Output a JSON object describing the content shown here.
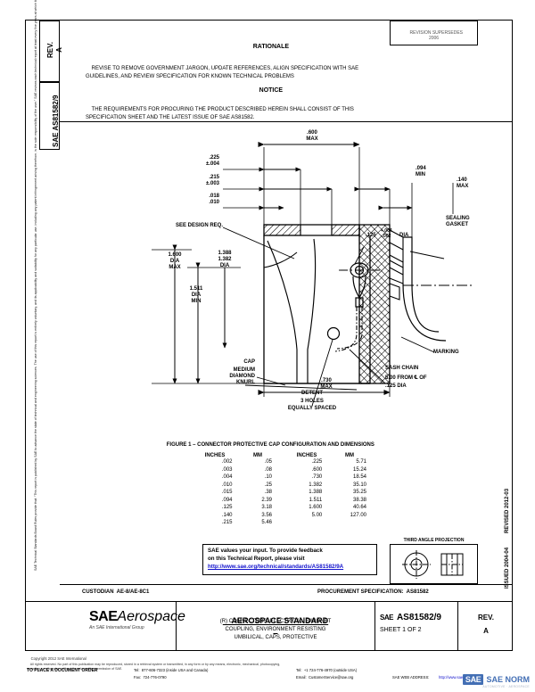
{
  "document": {
    "rev_label": "REV.",
    "rev_value": "A",
    "doc_number_side": "SAE AS81582/9",
    "stamp": "REVISION SUPERSEDES\n2006"
  },
  "rationale": {
    "heading": "RATIONALE",
    "body": "REVISE TO REMOVE GOVERNMENT JARGON, UPDATE REFERENCES, ALIGN SPECIFICATION WITH SAE\nGUIDELINES, AND REVIEW SPECIFICATION FOR KNOWN TECHNICAL PROBLEMS"
  },
  "notice": {
    "heading": "NOTICE",
    "body": "THE REQUIREMENTS FOR PROCURING THE PRODUCT DESCRIBED HEREIN SHALL CONSIST OF THIS\nSPECIFICATION SHEET AND THE LATEST ISSUE OF SAE AS81582."
  },
  "figure": {
    "caption": "FIGURE 1 – CONNECTOR PROTECTIVE CAP CONFIGURATION AND DIMENSIONS",
    "callouts": {
      "dim_600_max": ".600\nMAX",
      "dim_225": ".225\n±.004",
      "dim_215": ".215\n±.003",
      "dim_018_010": ".018\n.010",
      "dim_094_min": ".094\nMIN",
      "dim_140_max": ".140\nMAX",
      "see_design_req": "SEE DESIGN REQ.",
      "sealing_gasket": "SEALING\nGASKET",
      "dia_125": ".125",
      "dia_125_tol_up": "+.004",
      "dia_125_tol_dn": "-.002",
      "dia_125_suffix": "DIA",
      "dim_1600": "1.600\nDIA\nMAX",
      "dim_1388_1382": "1.388\n1.382\nDIA",
      "dim_1511": "1.511\nDIA\nMIN",
      "cap": "CAP",
      "knurl": "MEDIUM\nDIAMOND\nKNURL",
      "dim_730_max": ".730\nMAX",
      "detent": "DETENT\n3 HOLES\nEQUALLY SPACED",
      "marking": "MARKING",
      "sash_chain": "SASH CHAIN",
      "sash_note": "5.00 FROM ℄ OF\n.125 DIA"
    }
  },
  "conversion_table": {
    "headers": [
      "INCHES",
      "MM",
      "INCHES",
      "MM"
    ],
    "left_rows": [
      [
        ".002",
        ".05"
      ],
      [
        ".003",
        ".08"
      ],
      [
        ".004",
        ".10"
      ],
      [
        ".010",
        ".25"
      ],
      [
        ".015",
        ".38"
      ],
      [
        ".094",
        "2.39"
      ],
      [
        ".125",
        "3.18"
      ],
      [
        ".140",
        "3.56"
      ],
      [
        ".215",
        "5.46"
      ]
    ],
    "right_rows": [
      [
        ".225",
        "5.71"
      ],
      [
        ".600",
        "15.24"
      ],
      [
        ".730",
        "18.54"
      ],
      [
        "1.382",
        "35.10"
      ],
      [
        "1.388",
        "35.25"
      ],
      [
        "1.511",
        "38.38"
      ],
      [
        "1.600",
        "40.64"
      ],
      [
        "5.00",
        "127.00"
      ]
    ]
  },
  "feedback": {
    "line1": "SAE values your input. To provide feedback",
    "line2": "on this Technical Report, please visit",
    "url": "http://www.sae.org/technical/standards/AS81582/9A"
  },
  "projection": {
    "label": "THIRD ANGLE PROJECTION"
  },
  "titleblock": {
    "custodian": "CUSTODIAN  AE-8/AE-8C1",
    "procurement": "PROCUREMENT SPECIFICATION:  AS81582",
    "logo_sae": "SAE",
    "logo_aerospace": "Aerospace",
    "logo_sub": "An SAE International Group",
    "standard_title": "AEROSPACE STANDARD",
    "desc_line1": "(R) CONNECTORS, ELECTRICAL, BAYONET",
    "desc_line2": "COUPLING, ENVIRONMENT RESISTING",
    "desc_line3": "UMBILICAL, CAPS, PROTECTIVE",
    "doc_sae_mark": "SAE",
    "doc_number": "AS81582/9",
    "sheet": "SHEET 1 OF 2",
    "rev_label": "REV.",
    "rev_value": "A"
  },
  "margins": {
    "left_disclaimer": "SAE Technical Standards Board Rules provide that: “This report is published by SAE to advance the state of technical and engineering sciences. The use of this report is entirely voluntary, and its applicability and suitability for any particular use, including any patent infringement arising therefrom, is the sole responsibility of the user.”\n\nSAE reviews each technical report at least every five years at which time it may be reaffirmed, revised, or cancelled. SAE invites your written comments and suggestions.",
    "right_revised": "REVISED 2012-03",
    "right_issued": "ISSUED 2004-04"
  },
  "footer": {
    "copyright": "Copyright 2012 SAE International",
    "rights": "All rights reserved. No part of this publication may be reproduced, stored in a retrieval system or transmitted, in any form or by any means, electronic, mechanical, photocopying,\nrecording, or otherwise, without the prior written permission of SAE.",
    "order_label": "TO PLACE A DOCUMENT ORDER",
    "tel_us": "Tel:  877-606-7323 (inside USA and Canada)",
    "tel_out": "Tel:  +1 724-776-4970 (outside USA)",
    "fax": "Fax:  724-776-0790",
    "email": "Email:  CustomerService@sae.org",
    "web_label": "SAE WEB ADDRESS:",
    "web_url": "http://www.sae.org"
  },
  "watermark": {
    "part1": "SAE",
    "part2": "SAE NORM",
    "part3": "AUTOMOTIVE · AEROSPACE"
  }
}
